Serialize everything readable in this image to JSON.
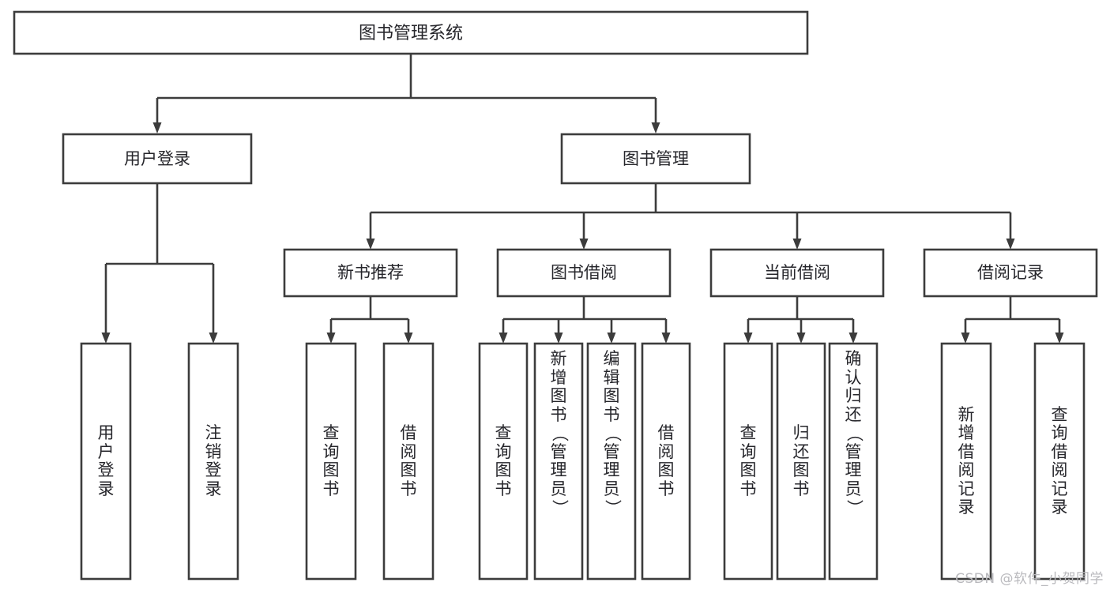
{
  "diagram": {
    "type": "tree-hierarchy",
    "title": "图书管理系统",
    "watermark": "CSDN @软件_小贺同学",
    "colors": {
      "stroke": "#3c3c3c",
      "fill": "#ffffff",
      "text": "#26262b",
      "watermark": "#b9b9bd"
    },
    "levels": {
      "root": {
        "label": "图书管理系统"
      },
      "level2": [
        {
          "id": "user-login",
          "label": "用户登录"
        },
        {
          "id": "book-management",
          "label": "图书管理"
        }
      ],
      "level3": [
        {
          "id": "new-book-recommend",
          "label": "新书推荐",
          "parent": "book-management"
        },
        {
          "id": "book-borrow",
          "label": "图书借阅",
          "parent": "book-management"
        },
        {
          "id": "current-borrow",
          "label": "当前借阅",
          "parent": "book-management"
        },
        {
          "id": "borrow-record",
          "label": "借阅记录",
          "parent": "book-management"
        }
      ],
      "leaves": [
        {
          "id": "leaf-user-login",
          "parent": "user-login",
          "chars": [
            "用",
            "户",
            "登",
            "录"
          ]
        },
        {
          "id": "leaf-user-logout",
          "parent": "user-login",
          "chars": [
            "注",
            "销",
            "登",
            "录"
          ]
        },
        {
          "id": "leaf-query-book-1",
          "parent": "new-book-recommend",
          "chars": [
            "查",
            "询",
            "图",
            "书"
          ]
        },
        {
          "id": "leaf-borrow-book-1",
          "parent": "new-book-recommend",
          "chars": [
            "借",
            "阅",
            "图",
            "书"
          ]
        },
        {
          "id": "leaf-query-book-2",
          "parent": "book-borrow",
          "chars": [
            "查",
            "询",
            "图",
            "书"
          ]
        },
        {
          "id": "leaf-add-book",
          "parent": "book-borrow",
          "chars": [
            "新",
            "增",
            "图",
            "书",
            "（",
            "管",
            "理",
            "员",
            "）"
          ]
        },
        {
          "id": "leaf-edit-book",
          "parent": "book-borrow",
          "chars": [
            "编",
            "辑",
            "图",
            "书",
            "（",
            "管",
            "理",
            "员",
            "）"
          ]
        },
        {
          "id": "leaf-borrow-book-2",
          "parent": "book-borrow",
          "chars": [
            "借",
            "阅",
            "图",
            "书"
          ]
        },
        {
          "id": "leaf-query-book-3",
          "parent": "current-borrow",
          "chars": [
            "查",
            "询",
            "图",
            "书"
          ]
        },
        {
          "id": "leaf-return-book",
          "parent": "current-borrow",
          "chars": [
            "归",
            "还",
            "图",
            "书"
          ]
        },
        {
          "id": "leaf-confirm-return",
          "parent": "current-borrow",
          "chars": [
            "确",
            "认",
            "归",
            "还",
            "（",
            "管",
            "理",
            "员",
            "）"
          ]
        },
        {
          "id": "leaf-add-record",
          "parent": "borrow-record",
          "chars": [
            "新",
            "增",
            "借",
            "阅",
            "记",
            "录"
          ]
        },
        {
          "id": "leaf-query-record",
          "parent": "borrow-record",
          "chars": [
            "查",
            "询",
            "借",
            "阅",
            "记",
            "录"
          ]
        }
      ]
    }
  }
}
